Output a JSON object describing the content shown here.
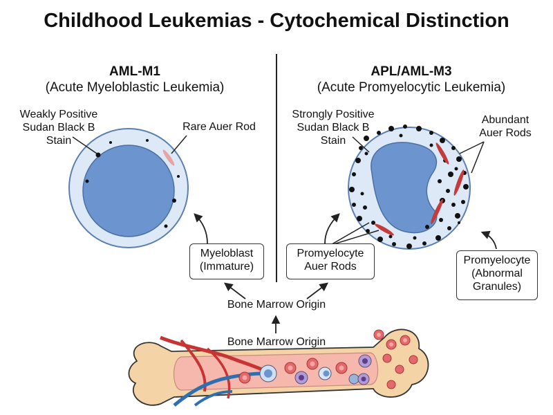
{
  "title": "Childhood Leukemias - Cytochemical Distinction",
  "left_panel": {
    "heading": "AML-M1",
    "subheading": "(Acute Myeloblastic Leukemia)",
    "stain_label": [
      "Weakly Positive",
      "Sudan Black B",
      "Stain"
    ],
    "auer_label": "Rare Auer Rod",
    "cell_box": [
      "Myeloblast",
      "(Immature)"
    ]
  },
  "right_panel": {
    "heading": "APL/AML-M3",
    "subheading": "(Acute Promyelocytic Leukemia)",
    "stain_label": [
      "Strongly Positive",
      "Sudan Black B",
      "Stain"
    ],
    "auer_label": [
      "Abundant",
      "Auer Rods"
    ],
    "cell_box": [
      "Promyelocyte",
      "Auer Rods"
    ],
    "granule_box": [
      "Promyelocyte",
      "(Abnormal",
      "Granules)"
    ]
  },
  "origin_labels": [
    "Bone Marrow Origin",
    "Bone Marrow Origin"
  ],
  "colors": {
    "cytoplasm": "#dde9f6",
    "nucleus": "#6c95cf",
    "outline": "#5b7fb0",
    "granule": "#111111",
    "auer_rod": "#c43b3b",
    "bone": "#f4d4a6",
    "marrow": "#f6b8ad",
    "artery": "#c83434",
    "vein": "#2f6fb0"
  }
}
